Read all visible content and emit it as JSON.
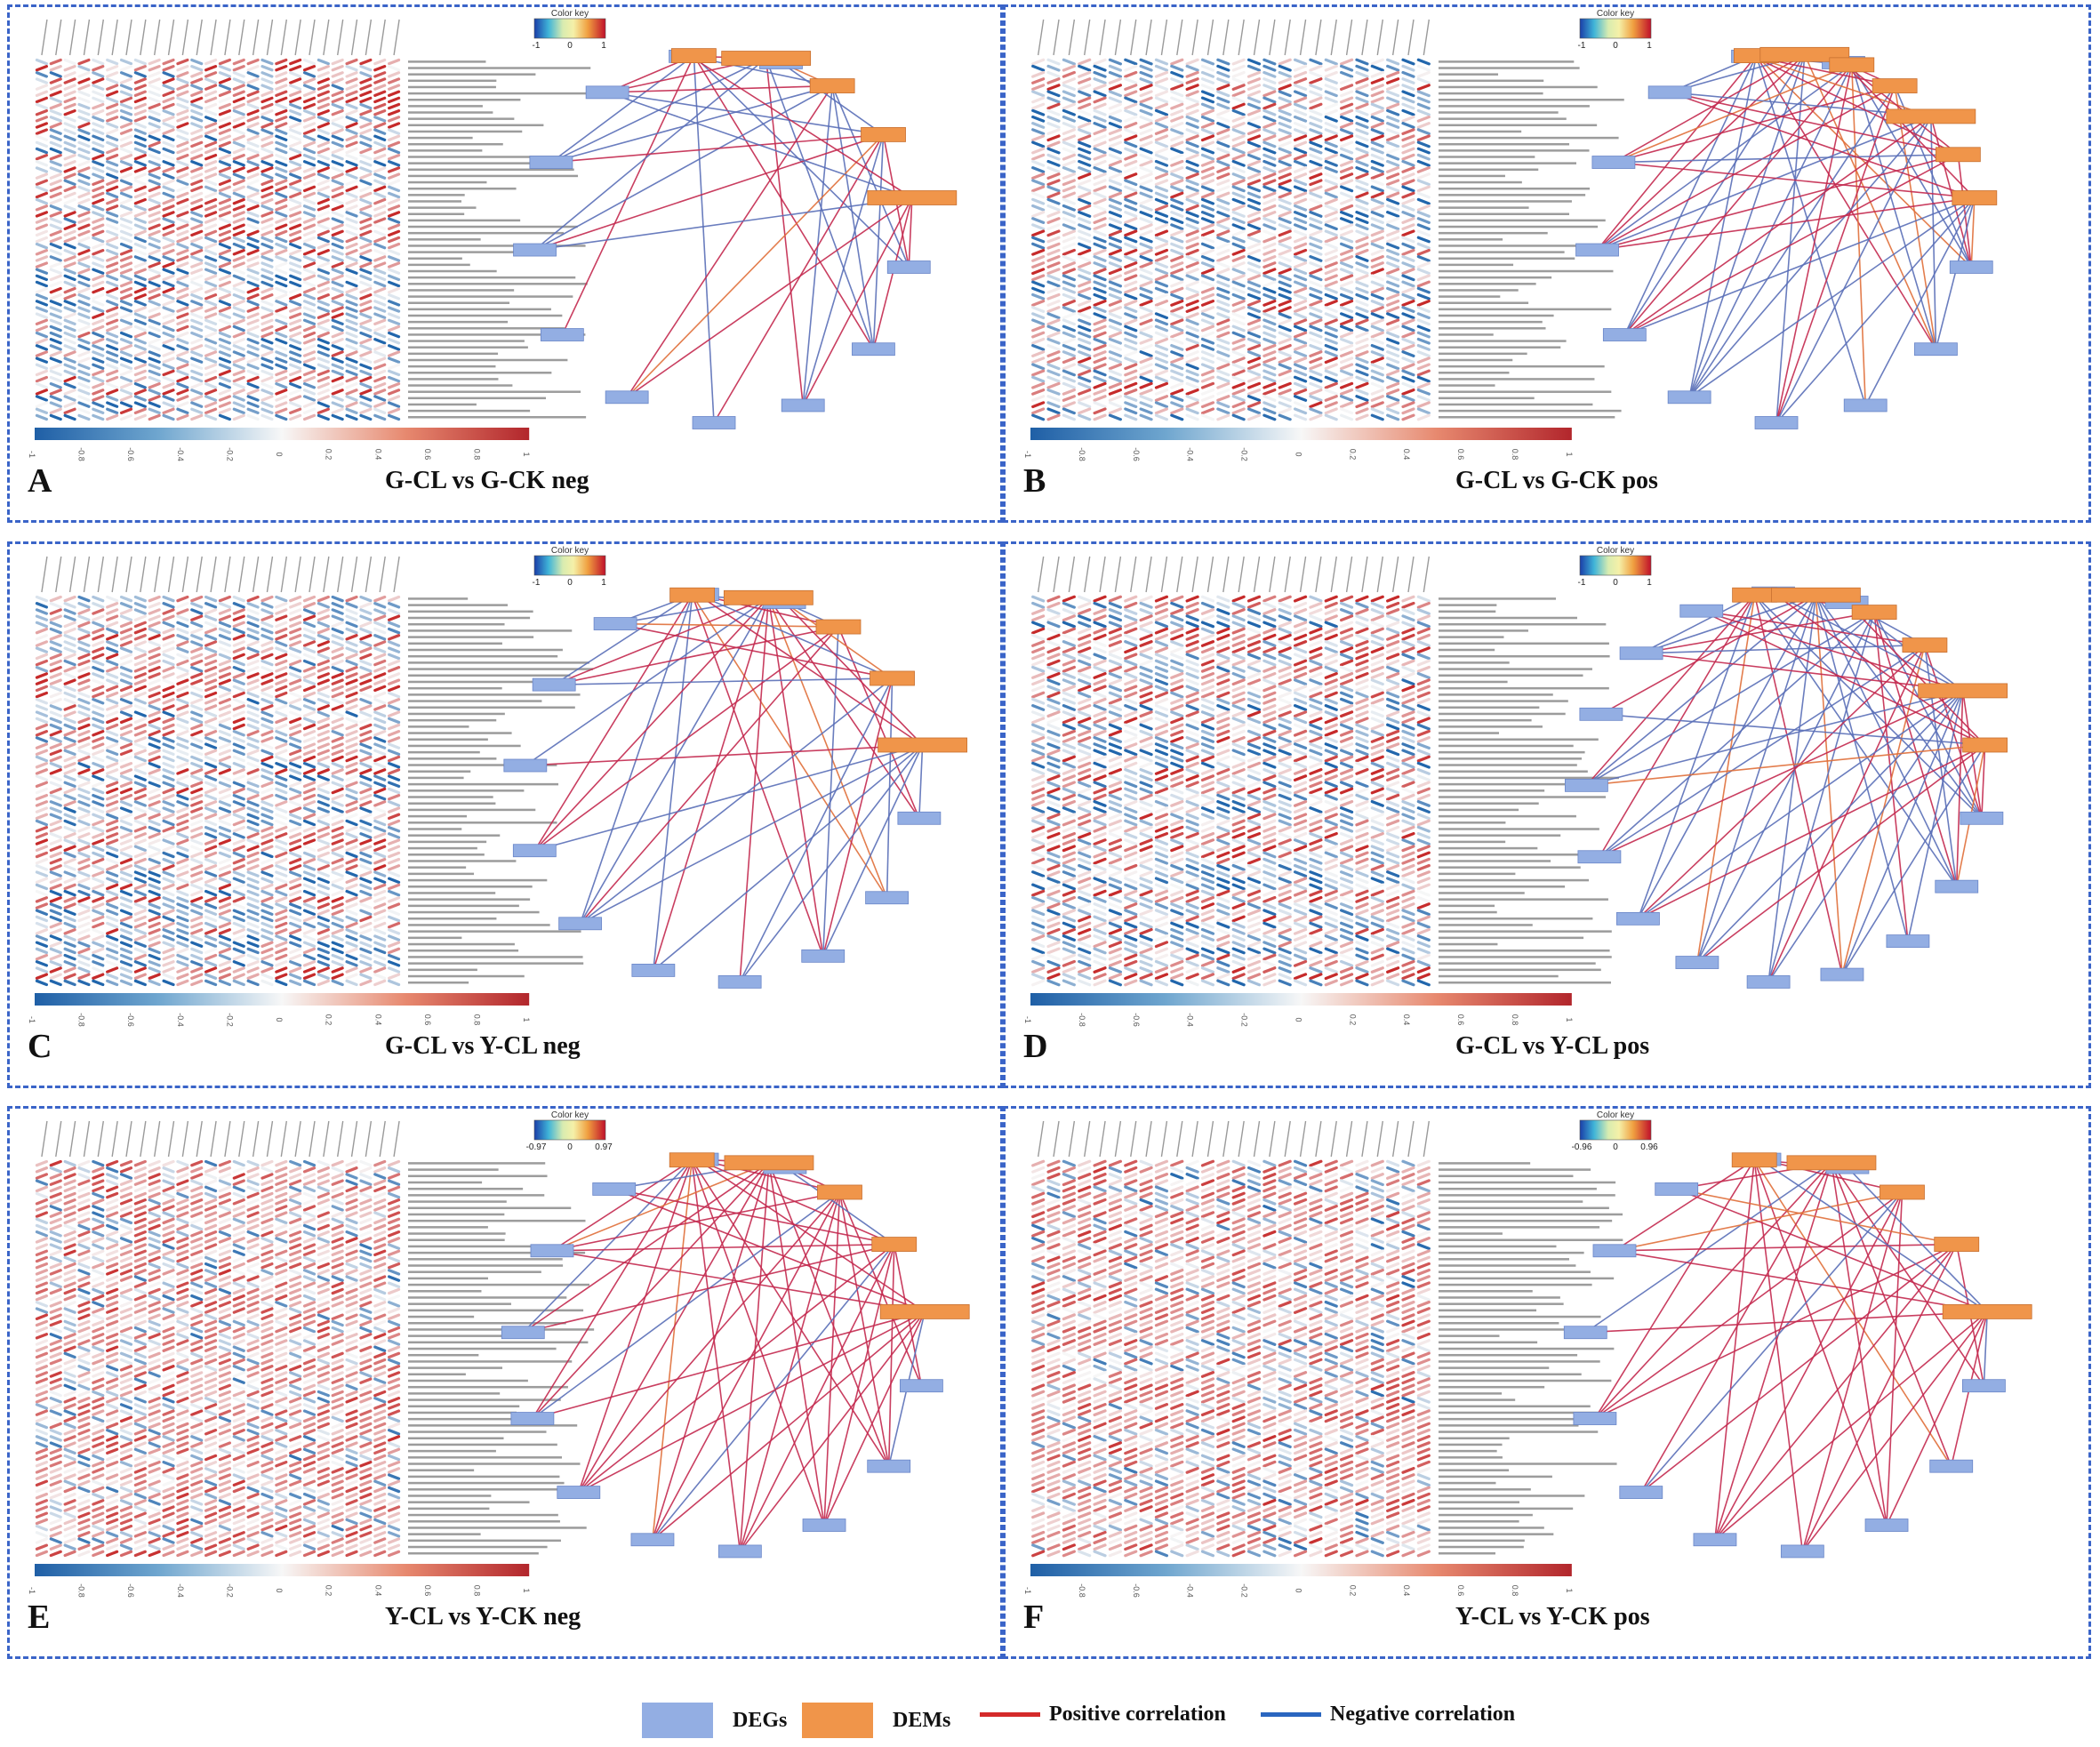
{
  "panels": [
    {
      "letter": "A",
      "title": "G-CL vs G-CK neg",
      "key_min": "-1",
      "key_mid": "0",
      "key_max": "1",
      "orange": 5,
      "blue": 11,
      "mix": 0.45
    },
    {
      "letter": "B",
      "title": "G-CL vs G-CK pos",
      "key_min": "-1",
      "key_mid": "0",
      "key_max": "1",
      "orange": 7,
      "blue": 11,
      "mix": 0.5
    },
    {
      "letter": "C",
      "title": "G-CL vs Y-CL neg",
      "key_min": "-1",
      "key_mid": "0",
      "key_max": "1",
      "orange": 5,
      "blue": 12,
      "mix": 0.45
    },
    {
      "letter": "D",
      "title": "G-CL vs Y-CL pos",
      "key_min": "-1",
      "key_mid": "0",
      "key_max": "1",
      "orange": 6,
      "blue": 14,
      "mix": 0.5
    },
    {
      "letter": "E",
      "title": "Y-CL vs Y-CK neg",
      "key_min": "-0.97",
      "key_mid": "0",
      "key_max": "0.97",
      "orange": 5,
      "blue": 12,
      "mix": 0.9
    },
    {
      "letter": "F",
      "title": "Y-CL vs Y-CK pos",
      "key_min": "-0.96",
      "key_mid": "0",
      "key_max": "0.96",
      "orange": 5,
      "blue": 12,
      "mix": 0.9
    }
  ],
  "color_key_label": "Color key",
  "scale_ticks": [
    "-1",
    "-0.8",
    "-0.6",
    "-0.4",
    "-0.2",
    "0",
    "0.2",
    "0.4",
    "0.6",
    "0.8",
    "1"
  ],
  "legend": {
    "degs": "DEGs",
    "dems": "DEMs",
    "positive": "Positive correlation",
    "negative": "Negative correlation"
  },
  "colors": {
    "deg": "#93aee3",
    "dem": "#f0954a",
    "positive": "#d42a2a",
    "negative": "#2a66c0",
    "panel_border": "#3a64c8"
  }
}
